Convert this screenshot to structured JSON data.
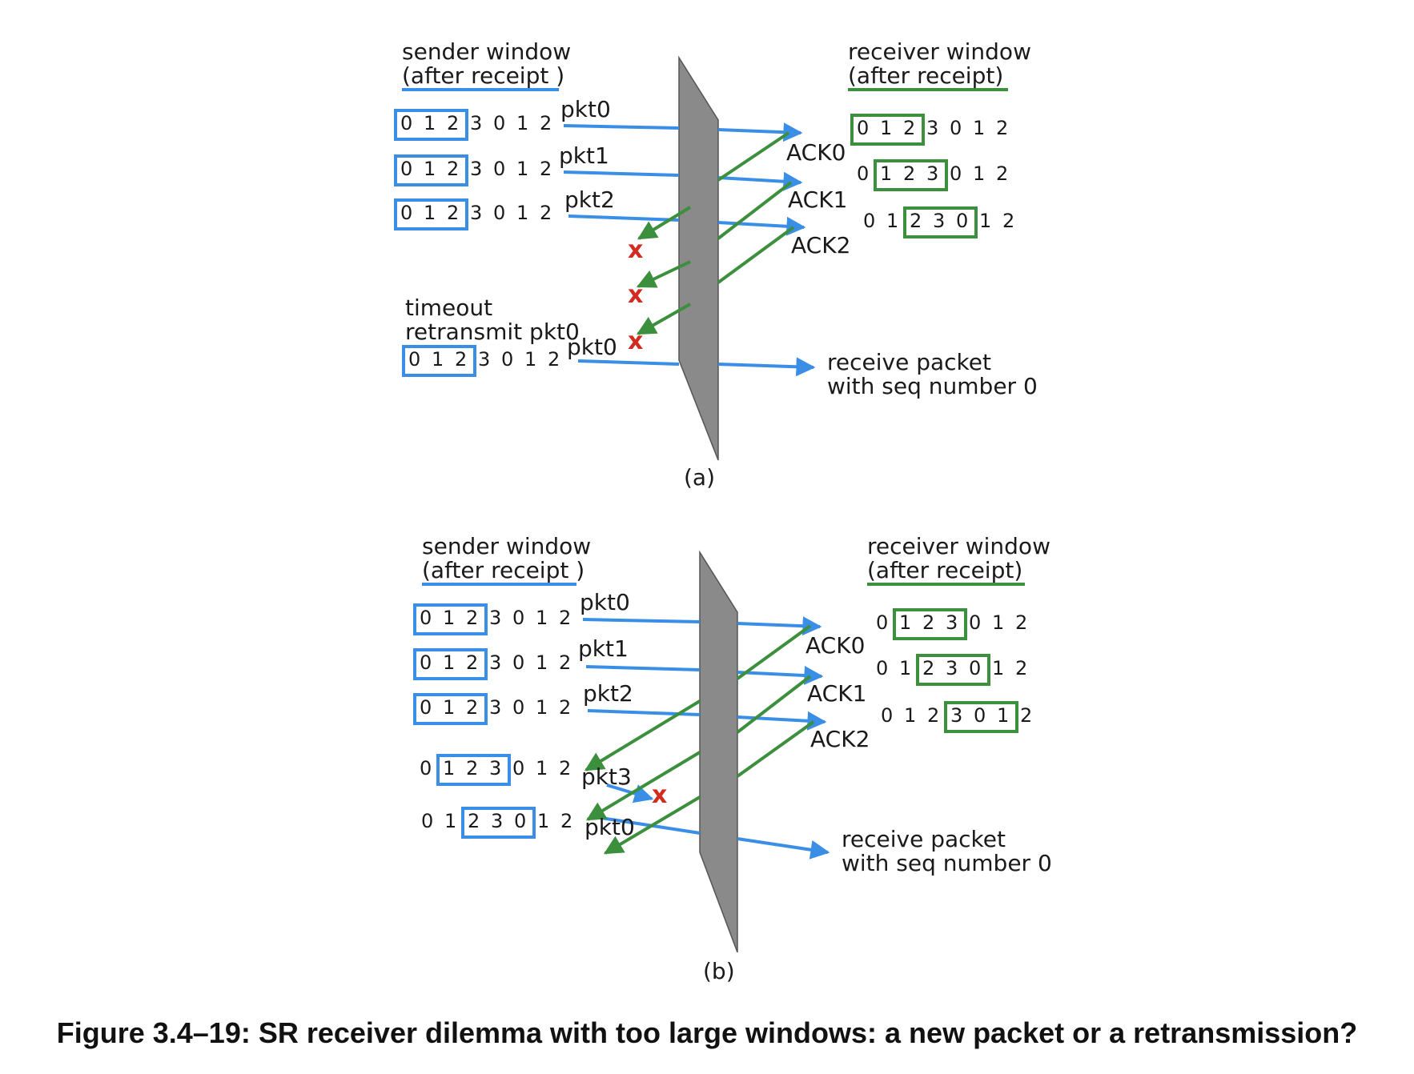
{
  "colors": {
    "sender": "#3a8ee6",
    "receiver": "#3c8f3c",
    "lost": "#d22b1f",
    "channel": "#8a8a8a"
  },
  "sequence": [
    "0",
    "1",
    "2",
    "3",
    "0",
    "1",
    "2"
  ],
  "scenarios": {
    "a": {
      "label": "(a)",
      "sender_title": [
        "sender window",
        "(after receipt )"
      ],
      "receiver_title": [
        "receiver window",
        "(after receipt)"
      ],
      "sender_windows": [
        {
          "window_start": 0,
          "window_size": 3
        },
        {
          "window_start": 0,
          "window_size": 3
        },
        {
          "window_start": 0,
          "window_size": 3
        },
        {
          "window_start": 0,
          "window_size": 3
        }
      ],
      "receiver_windows": [
        {
          "window_start": 0,
          "window_size": 3
        },
        {
          "window_start": 1,
          "window_size": 3
        },
        {
          "window_start": 2,
          "window_size": 3
        }
      ],
      "packets": [
        "pkt0",
        "pkt1",
        "pkt2",
        "pkt0"
      ],
      "acks": [
        "ACK0",
        "ACK1",
        "ACK2"
      ],
      "timeout_note": [
        "timeout",
        "retransmit pkt0"
      ],
      "receive_note": [
        "receive packet",
        "with seq number 0"
      ]
    },
    "b": {
      "label": "(b)",
      "sender_title": [
        "sender window",
        "(after receipt )"
      ],
      "receiver_title": [
        "receiver window",
        "(after receipt)"
      ],
      "sender_windows": [
        {
          "window_start": 0,
          "window_size": 3
        },
        {
          "window_start": 0,
          "window_size": 3
        },
        {
          "window_start": 0,
          "window_size": 3
        },
        {
          "window_start": 1,
          "window_size": 3
        },
        {
          "window_start": 2,
          "window_size": 3
        }
      ],
      "receiver_windows": [
        {
          "window_start": 1,
          "window_size": 3
        },
        {
          "window_start": 2,
          "window_size": 3
        },
        {
          "window_start": 3,
          "window_size": 3
        }
      ],
      "packets": [
        "pkt0",
        "pkt1",
        "pkt2",
        "pkt3",
        "pkt0"
      ],
      "acks": [
        "ACK0",
        "ACK1",
        "ACK2"
      ],
      "receive_note": [
        "receive packet",
        "with seq number 0"
      ]
    }
  },
  "lost_mark": "x",
  "caption": "Figure 3.4–19: SR receiver dilemma with too large windows: a new packet or a retransmission?"
}
